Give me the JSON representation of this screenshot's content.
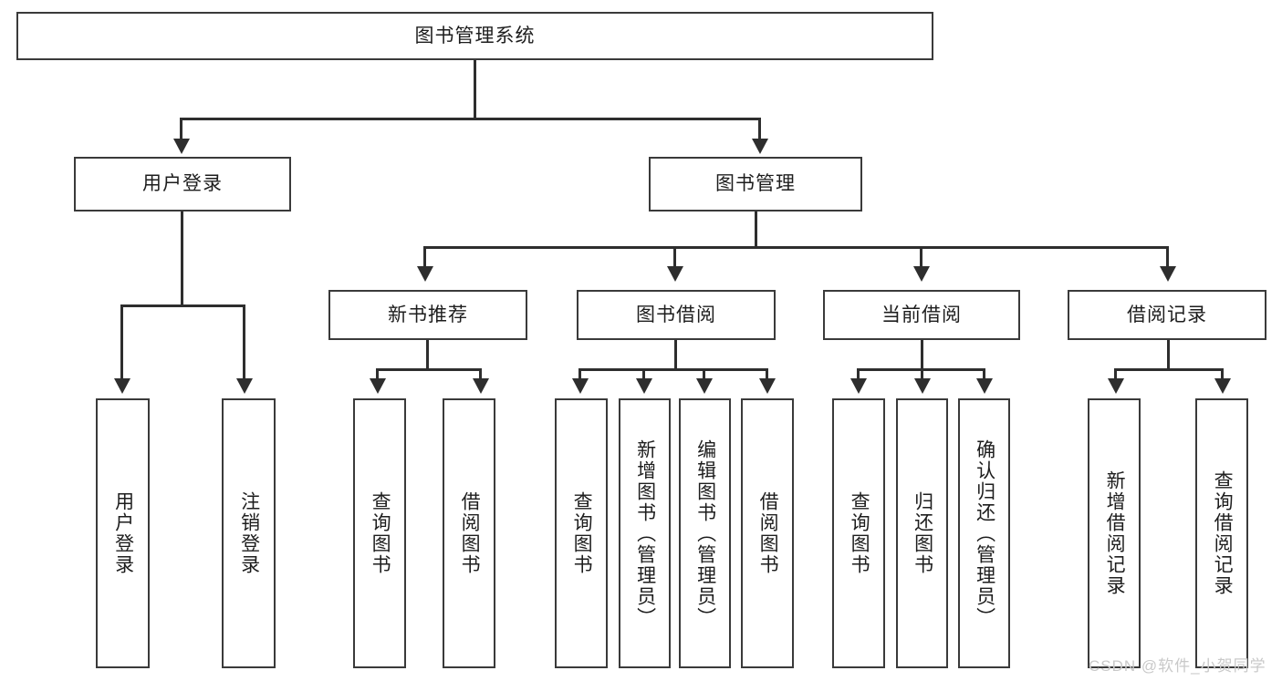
{
  "diagram": {
    "title": "图书管理系统",
    "root": {
      "label": "图书管理系统"
    },
    "level2": [
      {
        "label": "用户登录"
      },
      {
        "label": "图书管理"
      }
    ],
    "level3": [
      {
        "label": "新书推荐"
      },
      {
        "label": "图书借阅"
      },
      {
        "label": "当前借阅"
      },
      {
        "label": "借阅记录"
      }
    ],
    "leaves": [
      {
        "label": "用户登录",
        "parent": "用户登录"
      },
      {
        "label": "注销登录",
        "parent": "用户登录"
      },
      {
        "label": "查询图书",
        "parent": "新书推荐"
      },
      {
        "label": "借阅图书",
        "parent": "新书推荐"
      },
      {
        "label": "查询图书",
        "parent": "图书借阅"
      },
      {
        "label": "新增图书（管理员）",
        "parent": "图书借阅"
      },
      {
        "label": "编辑图书（管理员）",
        "parent": "图书借阅"
      },
      {
        "label": "借阅图书",
        "parent": "图书借阅"
      },
      {
        "label": "查询图书",
        "parent": "当前借阅"
      },
      {
        "label": "归还图书",
        "parent": "当前借阅"
      },
      {
        "label": "确认归还（管理员）",
        "parent": "当前借阅"
      },
      {
        "label": "新增借阅记录",
        "parent": "借阅记录"
      },
      {
        "label": "查询借阅记录",
        "parent": "借阅记录"
      }
    ]
  },
  "watermark": {
    "text": "CSDN @软件_小贺同学"
  },
  "colors": {
    "stroke": "#2e2e2e",
    "box_border": "#3a3a3a",
    "background": "#ffffff",
    "text": "#1d1d1d",
    "watermark": "#c9c9c9"
  }
}
